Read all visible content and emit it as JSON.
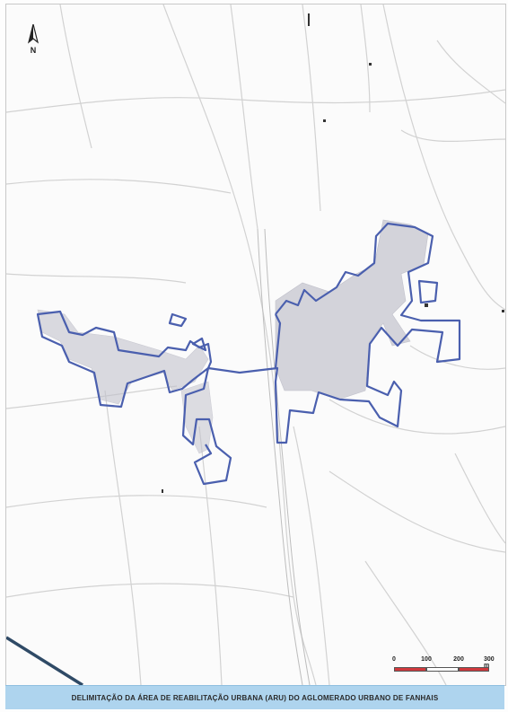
{
  "map": {
    "north_label": "N",
    "boundary_color": "#4a5fae",
    "road_color": "#cfcfcf",
    "urban_fill_color": "#b9b9c4"
  },
  "scalebar": {
    "ticks": [
      "0",
      "100",
      "200",
      "300 m"
    ],
    "colors": [
      "#d0393d",
      "#ffffff",
      "#d0393d"
    ]
  },
  "caption": {
    "text": "DELIMITAÇÃO DA ÁREA DE REABILITAÇÃO URBANA (ARU) DO AGLOMERADO URBANO DE FANHAIS"
  }
}
